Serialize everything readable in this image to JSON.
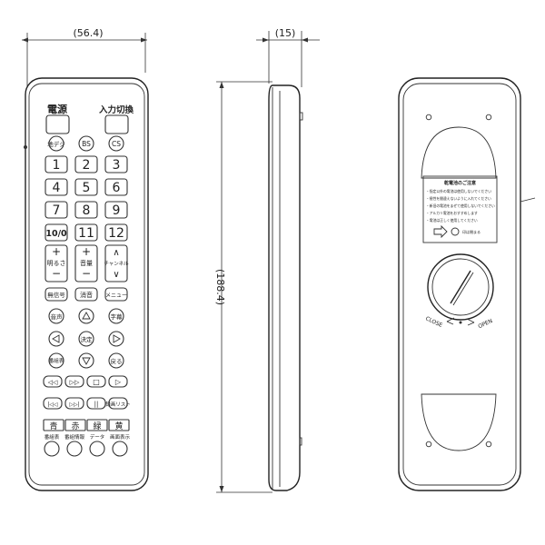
{
  "dimensions": {
    "width": "(56.4)",
    "depth": "(15)",
    "height": "(188.4)"
  },
  "remote": {
    "power_label": "電源",
    "input_label": "入力切換",
    "terrestrial_label": "地デジ",
    "bs_label": "BS",
    "cs_label": "CS",
    "numbers": [
      "1",
      "2",
      "3",
      "4",
      "5",
      "6",
      "7",
      "8",
      "9",
      "10/0",
      "11",
      "12"
    ],
    "brightness_label": "明るさ",
    "volume_label": "音量",
    "channel_label": "チャンネル",
    "plus_symbol": "+",
    "minus_symbol": "−",
    "up_symbol": "∧",
    "down_symbol": "∨",
    "no_signal_label": "無信号",
    "mute_label": "消音",
    "menu_label": "メニュー",
    "audio_label": "音声",
    "subtitle_label": "字幕",
    "enter_label": "決定",
    "program_label": "番組表",
    "back_label": "戻る",
    "media_arrows": {
      "rewind": "◁◁",
      "forward": "▷▷",
      "stop": "□",
      "play": "▷"
    },
    "skip_arrows": {
      "skip_back": "|◁◁",
      "skip_forward": "▷▷|",
      "pause": "||"
    },
    "recording_list_label": "録画リスト",
    "color_buttons": [
      "青",
      "赤",
      "緑",
      "黄"
    ],
    "bottom_labels": [
      "番組表",
      "番組情報",
      "データ",
      "画面表示"
    ]
  },
  "battery_cover": {
    "notice_title": "乾電池のご注意",
    "notice_lines": [
      "・指定以外の電池は使用しないでください",
      "・極性を間違えないように入れてください",
      "・新旧の電池をまぜて使用しないでください",
      "・アルカリ電池をおすすめします",
      "・電池は正しく使用してください"
    ],
    "lock_text": "印は閉まる",
    "close_label": "CLOSE",
    "open_label": "OPEN"
  }
}
